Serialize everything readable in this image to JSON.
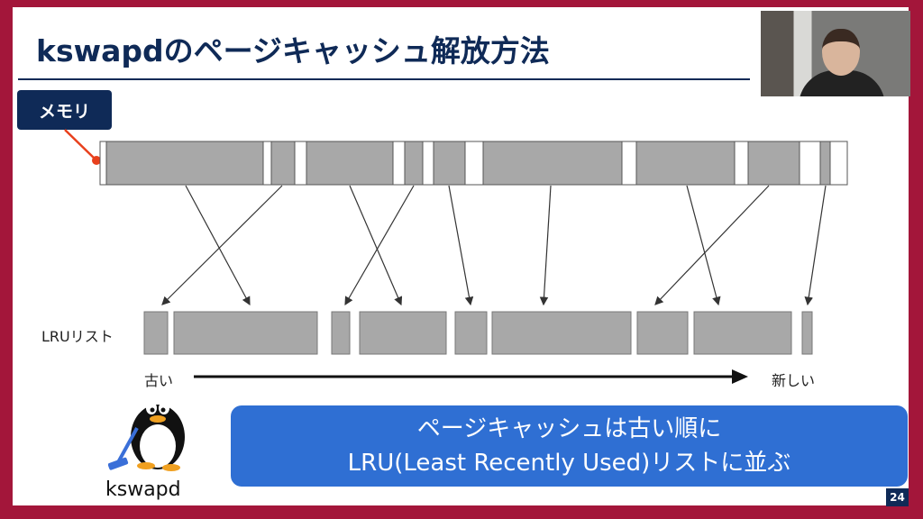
{
  "title": "kswapdのページキャッシュ解放方法",
  "memory_label": "メモリ",
  "lru_label": "LRUリスト",
  "old_label": "古い",
  "new_label": "新しい",
  "kswapd_label": "kswapd",
  "message": {
    "line1": "ページキャッシュは古い順に",
    "line2": "LRU(Least Recently Used)リストに並ぶ"
  },
  "page_number": "24",
  "colors": {
    "navy": "#0f2a57",
    "accent": "#a3163a",
    "blue": "#2f6fd3",
    "page_gray": "#a8a8a8",
    "pointer": "#e8401c"
  }
}
